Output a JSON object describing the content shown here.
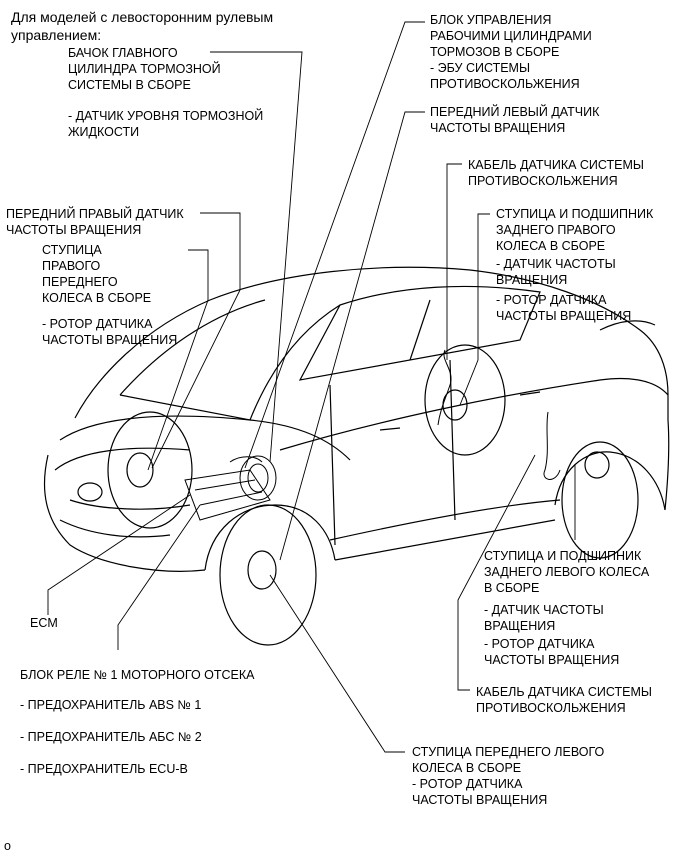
{
  "header": "Для моделей с левосторонним рулевым\nуправлением:",
  "labels": {
    "master_cyl": "БАЧОК ГЛАВНОГО\nЦИЛИНДРА ТОРМОЗНОЙ\nСИСТЕМЫ В СБОРЕ",
    "fluid_sensor": "- ДАТЧИК УРОВНЯ ТОРМОЗНОЙ\nЖИДКОСТИ",
    "actuator": "БЛОК УПРАВЛЕНИЯ\nРАБОЧИМИ ЦИЛИНДРАМИ\nТОРМОЗОВ В СБОРЕ\n- ЭБУ СИСТЕМЫ\nПРОТИВОСКОЛЬЖЕНИЯ",
    "front_left_sensor": "ПЕРЕДНИЙ ЛЕВЫЙ ДАТЧИК\nЧАСТОТЫ ВРАЩЕНИЯ",
    "skid_cable_top": "КАБЕЛЬ ДАТЧИКА СИСТЕМЫ\nПРОТИВОСКОЛЬЖЕНИЯ",
    "front_right_sensor": "ПЕРЕДНИЙ ПРАВЫЙ ДАТЧИК\nЧАСТОТЫ ВРАЩЕНИЯ",
    "front_right_hub": "СТУПИЦА\nПРАВОГО\nПЕРЕДНЕГО\nКОЛЕСА В СБОРЕ",
    "front_right_rotor": "- РОТОР ДАТЧИКА\nЧАСТОТЫ ВРАЩЕНИЯ",
    "rear_right_hub": "СТУПИЦА И ПОДШИПНИК\nЗАДНЕГО ПРАВОГО\nКОЛЕСА В СБОРЕ",
    "rear_right_sensor": "- ДАТЧИК ЧАСТОТЫ\nВРАЩЕНИЯ",
    "rear_right_rotor": "- РОТОР ДАТЧИКА\nЧАСТОТЫ ВРАЩЕНИЯ",
    "rear_left_hub": "СТУПИЦА И ПОДШИПНИК\nЗАДНЕГО ЛЕВОГО КОЛЕСА\nВ СБОРЕ",
    "rear_left_sensor": "- ДАТЧИК ЧАСТОТЫ\nВРАЩЕНИЯ",
    "rear_left_rotor": "- РОТОР ДАТЧИКА\nЧАСТОТЫ ВРАЩЕНИЯ",
    "skid_cable_bottom": "КАБЕЛЬ ДАТЧИКА СИСТЕМЫ\nПРОТИВОСКОЛЬЖЕНИЯ",
    "ecm": "ECM",
    "relay_block": "БЛОК РЕЛЕ № 1 МОТОРНОГО ОТСЕКА",
    "fuse_abs1": "- ПРЕДОХРАНИТЕЛЬ ABS № 1",
    "fuse_abs2": "- ПРЕДОХРАНИТЕЛЬ АБС № 2",
    "fuse_ecub": "- ПРЕДОХРАНИТЕЛЬ ECU-B",
    "front_left_hub": "СТУПИЦА ПЕРЕДНЕГО ЛЕВОГО\nКОЛЕСА В СБОРЕ\n- РОТОР ДАТЧИКА\nЧАСТОТЫ ВРАЩЕНИЯ",
    "footer_mark": "o"
  }
}
